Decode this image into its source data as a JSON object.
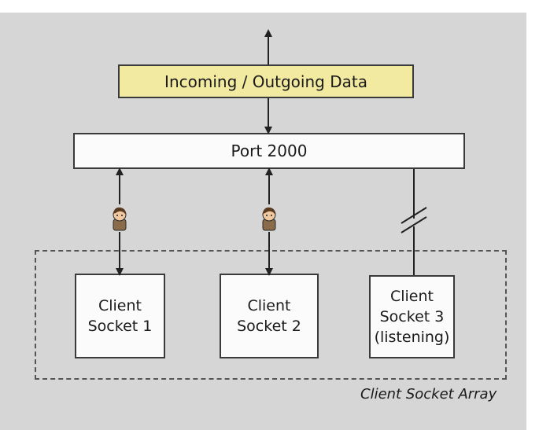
{
  "diagram": {
    "data_box_label": "Incoming / Outgoing Data",
    "port_label": "Port 2000",
    "clients": [
      {
        "line1": "Client",
        "line2": "Socket 1",
        "line3": ""
      },
      {
        "line1": "Client",
        "line2": "Socket 2",
        "line3": ""
      },
      {
        "line1": "Client",
        "line2": "Socket 3",
        "line3": "(listening)"
      }
    ],
    "array_label": "Client Socket Array"
  },
  "colors": {
    "data_box_fill": "#f3eaa2",
    "background": "#d6d6d6",
    "box_fill": "#fbfbfb",
    "line": "#222222"
  },
  "icons": [
    "user-icon",
    "user-icon"
  ]
}
